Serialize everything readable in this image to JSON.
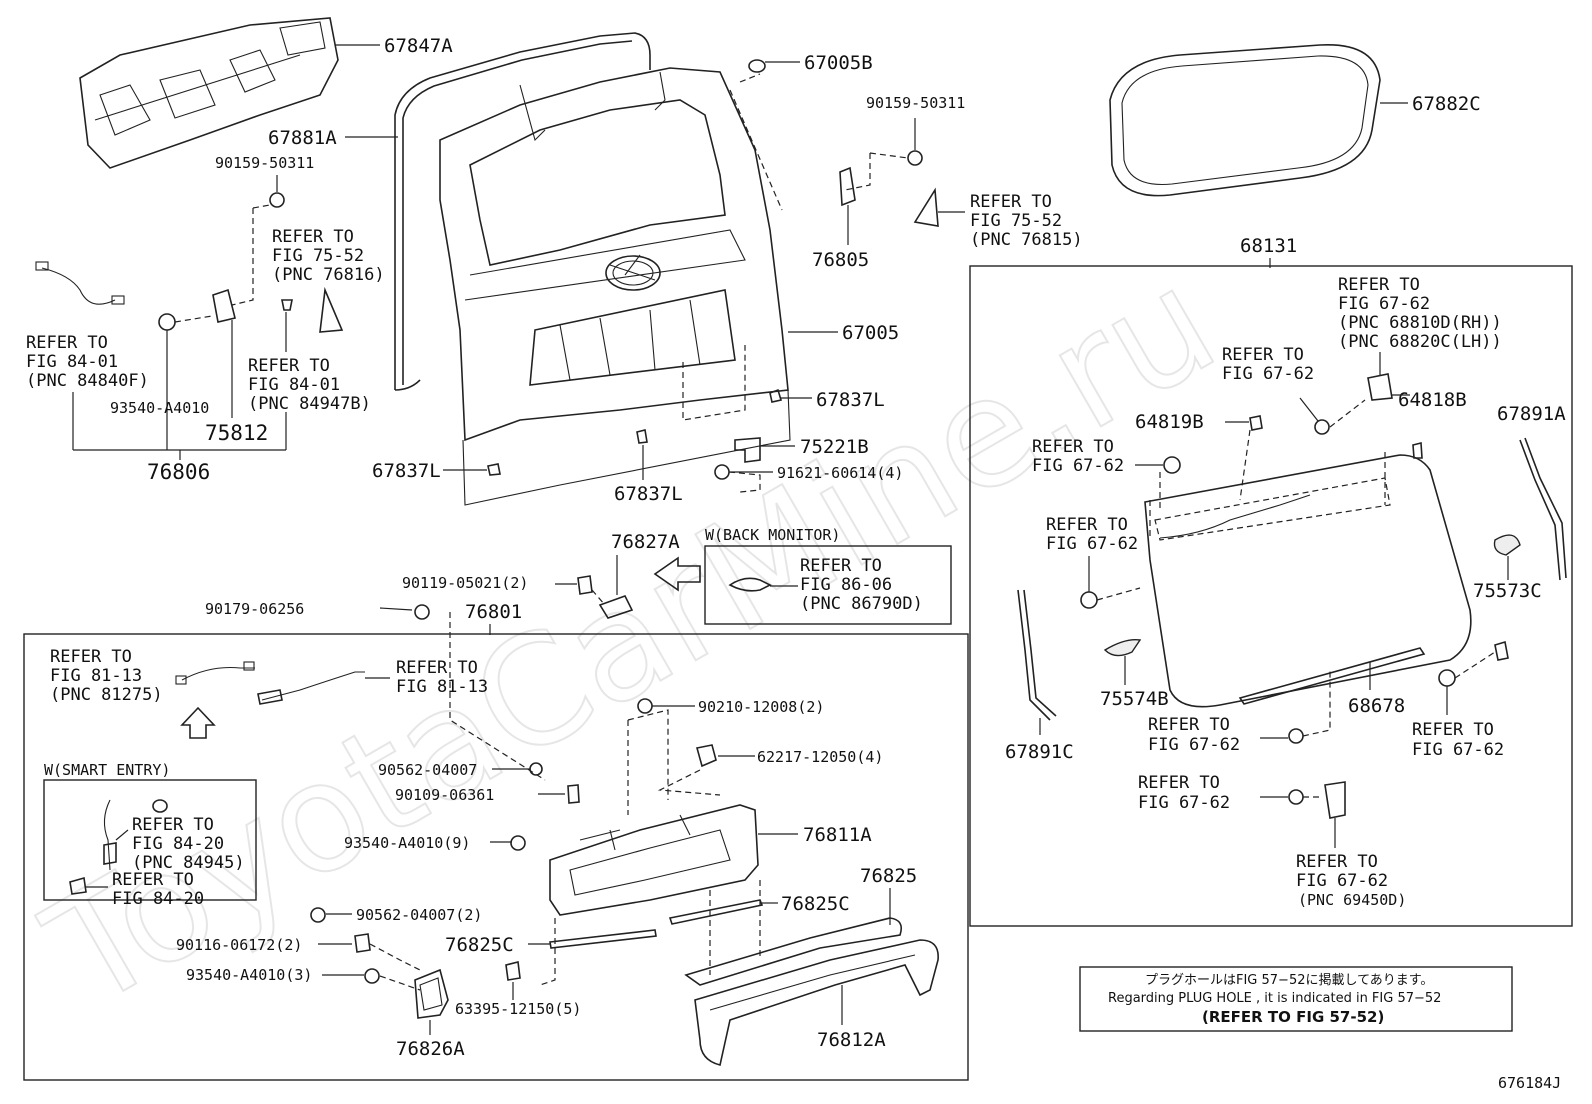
{
  "watermark": "ToyotaCarMine.ru",
  "figure_id": "676184J",
  "labels": {
    "p67847A": "67847A",
    "p67881A": "67881A",
    "p90159_left": "90159-50311",
    "p67005B": "67005B",
    "p90159_right": "90159-50311",
    "p76805": "76805",
    "p67882C": "67882C",
    "p68131": "68131",
    "p67005": "67005",
    "p67837L_right": "67837L",
    "p75221B": "75221B",
    "p91621": "91621-60614(4)",
    "p67837L_left": "67837L",
    "p67837L_mid": "67837L",
    "p93540_top": "93540-A4010",
    "p75812": "75812",
    "p76806": "76806",
    "p76827A": "76827A",
    "p90119": "90119-05021(2)",
    "p90179": "90179-06256",
    "p76801": "76801",
    "p90210": "90210-12008(2)",
    "p90562_a": "90562-04007",
    "p62217": "62217-12050(4)",
    "p90109": "90109-06361",
    "p93540_9": "93540-A4010(9)",
    "p76811A": "76811A",
    "p90562_b": "90562-04007(2)",
    "p76825": "76825",
    "p76825C_r": "76825C",
    "p90116": "90116-06172(2)",
    "p76825C_l": "76825C",
    "p93540_3": "93540-A4010(3)",
    "p63395": "63395-12150(5)",
    "p76826A": "76826A",
    "p76812A": "76812A",
    "p64819B": "64819B",
    "p64818B": "64818B",
    "p67891A": "67891A",
    "p75573C": "75573C",
    "p75574B": "75574B",
    "p68678": "68678",
    "p67891C": "67891C"
  },
  "refs": {
    "r_84_01_84840F": [
      "REFER TO",
      "FIG 84-01",
      "(PNC 84840F)"
    ],
    "r_75_52_76816": [
      "REFER TO",
      "FIG 75-52",
      "(PNC 76816)"
    ],
    "r_84_01_84947B": [
      "REFER TO",
      "FIG 84-01",
      "(PNC 84947B)"
    ],
    "r_75_52_76815": [
      "REFER TO",
      "FIG 75-52",
      "(PNC 76815)"
    ],
    "r_67_62_hinge": [
      "REFER TO",
      "FIG 67-62",
      "(PNC 68810D(RH))",
      "(PNC 68820C(LH))"
    ],
    "r_67_62_a": [
      "REFER TO",
      "FIG 67-62"
    ],
    "r_67_62_b": [
      "REFER TO",
      "FIG 67-62"
    ],
    "r_67_62_c": [
      "REFER TO",
      "FIG 67-62"
    ],
    "r_67_62_d": [
      "REFER TO",
      "FIG 67-62"
    ],
    "r_67_62_e": [
      "REFER TO",
      "FIG 67-62"
    ],
    "r_67_62_f": [
      "REFER TO",
      "FIG 67-62"
    ],
    "r_67_62_69450D": [
      "REFER TO",
      "FIG 67-62",
      "(PNC 69450D)"
    ],
    "r_86_06": [
      "REFER TO",
      "FIG 86-06",
      "(PNC 86790D)"
    ],
    "r_81_13_81275": [
      "REFER TO",
      "FIG 81-13",
      "(PNC 81275)"
    ],
    "r_81_13": [
      "REFER TO",
      "FIG 81-13"
    ],
    "r_84_20_84945": [
      "REFER TO",
      "FIG 84-20",
      "(PNC 84945)"
    ],
    "r_84_20": [
      "REFER TO",
      "FIG 84-20"
    ]
  },
  "options": {
    "back_monitor": "W(BACK MONITOR)",
    "smart_entry": "W(SMART ENTRY)"
  },
  "note": {
    "jp": "プラグホールはFIG 57−52に掲載してあります。",
    "en": "Regarding  PLUG  HOLE , it is indicated in  FIG  57−52",
    "ref": "(REFER  TO  FIG 57-52)"
  }
}
